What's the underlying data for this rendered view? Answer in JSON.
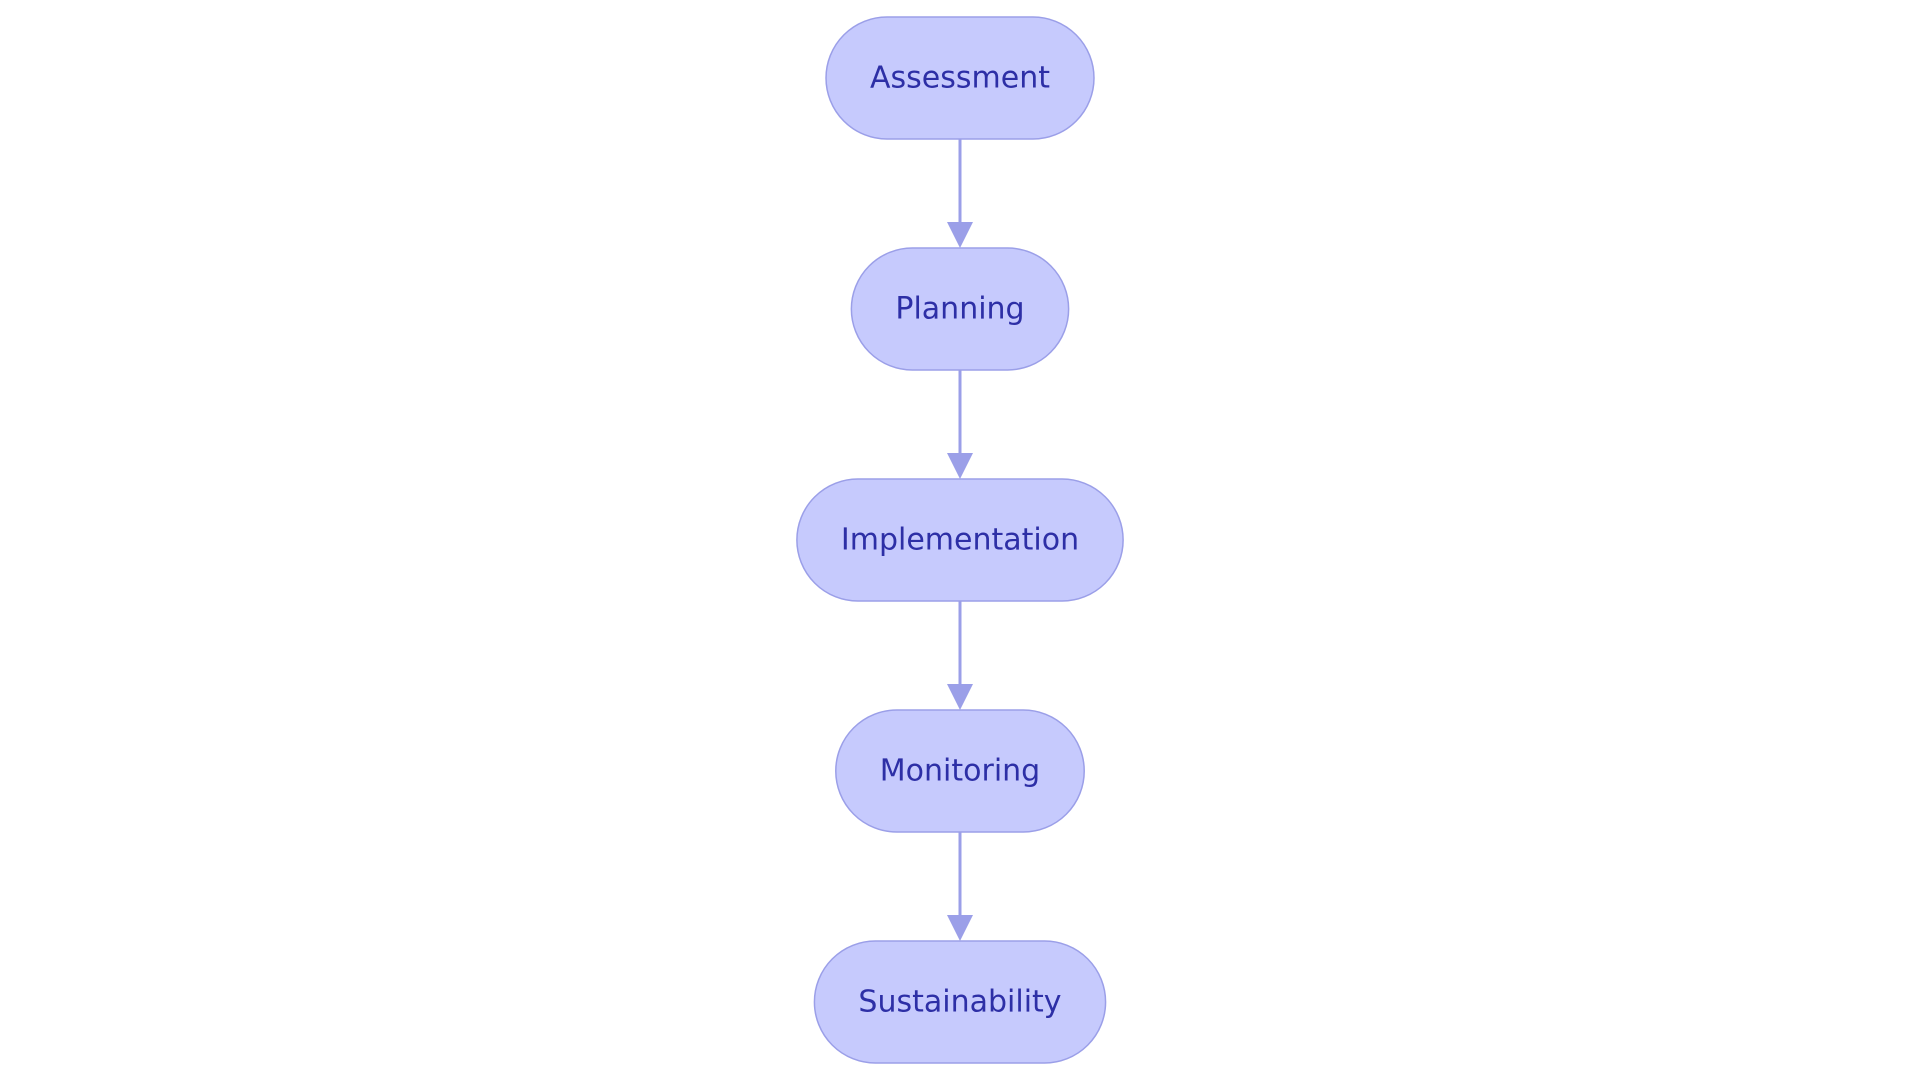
{
  "diagram": {
    "type": "flowchart",
    "direction": "top-to-bottom",
    "nodes": [
      {
        "id": "assessment",
        "label": "Assessment"
      },
      {
        "id": "planning",
        "label": "Planning"
      },
      {
        "id": "implementation",
        "label": "Implementation"
      },
      {
        "id": "monitoring",
        "label": "Monitoring"
      },
      {
        "id": "sustainability",
        "label": "Sustainability"
      }
    ],
    "edges": [
      {
        "from": "assessment",
        "to": "planning"
      },
      {
        "from": "planning",
        "to": "implementation"
      },
      {
        "from": "implementation",
        "to": "monitoring"
      },
      {
        "from": "monitoring",
        "to": "sustainability"
      }
    ]
  },
  "colors": {
    "node_fill": "#c6cafd",
    "node_stroke": "#9b9fe8",
    "text": "#2d2fa6",
    "edge": "#9b9fe8",
    "background": "#ffffff"
  }
}
